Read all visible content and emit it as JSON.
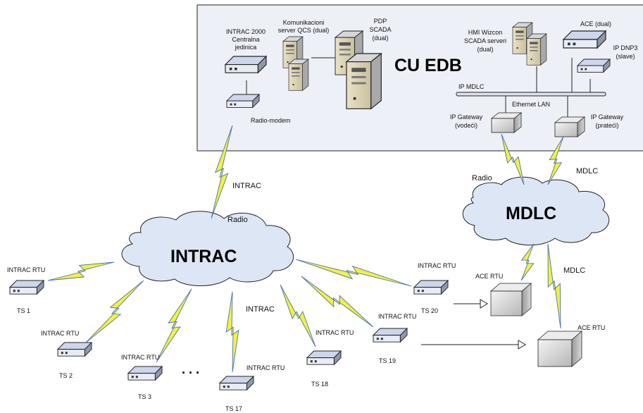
{
  "cu": {
    "title": "CU EDB",
    "intrac2000": [
      "INTRAC 2000",
      "Centralna",
      "jedinica"
    ],
    "qcs": [
      "Komunikacioni",
      "server QCS (dual)"
    ],
    "pdp": [
      "PDP",
      "SCADA",
      "(dual)"
    ],
    "hmi": [
      "HMI Wizcon",
      "SCADA serveri",
      "(dual)"
    ],
    "ace": "ACE (dual)",
    "ipdnp3": [
      "IP DNP3",
      "(slave)"
    ],
    "radio_modem": "Radio-modem",
    "ip_mdlc": "IP MDLC",
    "ethernet": "Ethernet LAN",
    "gw_lead": [
      "IP Gateway",
      "(vodeći)"
    ],
    "gw_follow": [
      "IP Gateway",
      "(prateći)"
    ]
  },
  "network": {
    "intrac_cloud": "INTRAC",
    "mdlc_cloud": "MDLC",
    "intrac_link": "INTRAC",
    "radio_top": "Radio",
    "radio_right": "Radio",
    "mdlc_link_top": "MDLC",
    "mdlc_link_bottom": "MDLC",
    "intrac_link_bottom": "INTRAC",
    "dots": ". . ."
  },
  "rtu_label": "INTRAC RTU",
  "ace_rtu_label": "ACE RTU",
  "stations": [
    "TS 1",
    "TS 2",
    "TS 3",
    "TS 17",
    "TS 18",
    "TS 19",
    "TS 20"
  ],
  "colors": {
    "cu_bg": "#eef0f8",
    "cloud": "#dde6f5",
    "lightning": "#f2f23c",
    "device_top": "#c4cfe6"
  }
}
